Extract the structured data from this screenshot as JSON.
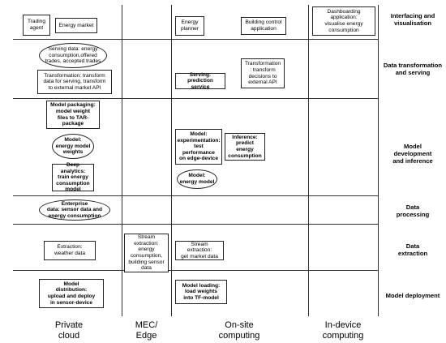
{
  "columns": [
    "Private\ncloud",
    "MEC/\nEdge",
    "On-site\ncomputing",
    "In-device\ncomputing"
  ],
  "rows": [
    "Interfacing and\nvisualisation",
    "Data transformation\nand serving",
    "Model\ndevelopment\nand inference",
    "Data\nprocessing",
    "Data\nextraction",
    "Model deployment"
  ],
  "boxes": {
    "trading_agent": "Trading\nagent",
    "energy_market": "Energy market",
    "energy_planner": "Energy\nplanner",
    "building_control": "Building control\napplication",
    "dashboarding": "Dashboarding\napplication:\nvisualise energy\nconsumption",
    "serving_data": "Serving data: energy\nconsumption,offered\ntrades, accepted trades",
    "transformation_cloud": "Transformation: transform\ndata for serving, transform\nto external market API",
    "serving_prediction": "Serving:\nprediction service",
    "transformation_onsite": "Transformation\n: transform\ndecisions to\nexternal API",
    "model_packaging": "Model packaging:\nmodel weight\nfiles to TAR-\npackage",
    "model_weights": "Model:\nenergy model\nweights",
    "deep_analytics": "Deep analytics:\ntrain energy\nconsumption\nmodel",
    "experimentation": "Model:\nexperimentation:\ntest\nperformance\non edge-device",
    "inference": "Inference:\npredict\nenergy\nconsumption",
    "energy_model": "Model:\nenergy model",
    "enterprise_data": "Enterprise\ndata: sensor data and\nenergy consumption",
    "extraction_weather": "Extraction:\nweather data",
    "stream_mec": "Stream\nextraction:\nenergy\nconsumption,\nbuilding sensor\ndata",
    "stream_market": "Stream\nextraction:\nget market data",
    "model_distribution": "Model\ndistribution:\nupload and deploy\nin sensor-device",
    "model_loading": "Model loading:\nload weights\ninto TF-model"
  }
}
